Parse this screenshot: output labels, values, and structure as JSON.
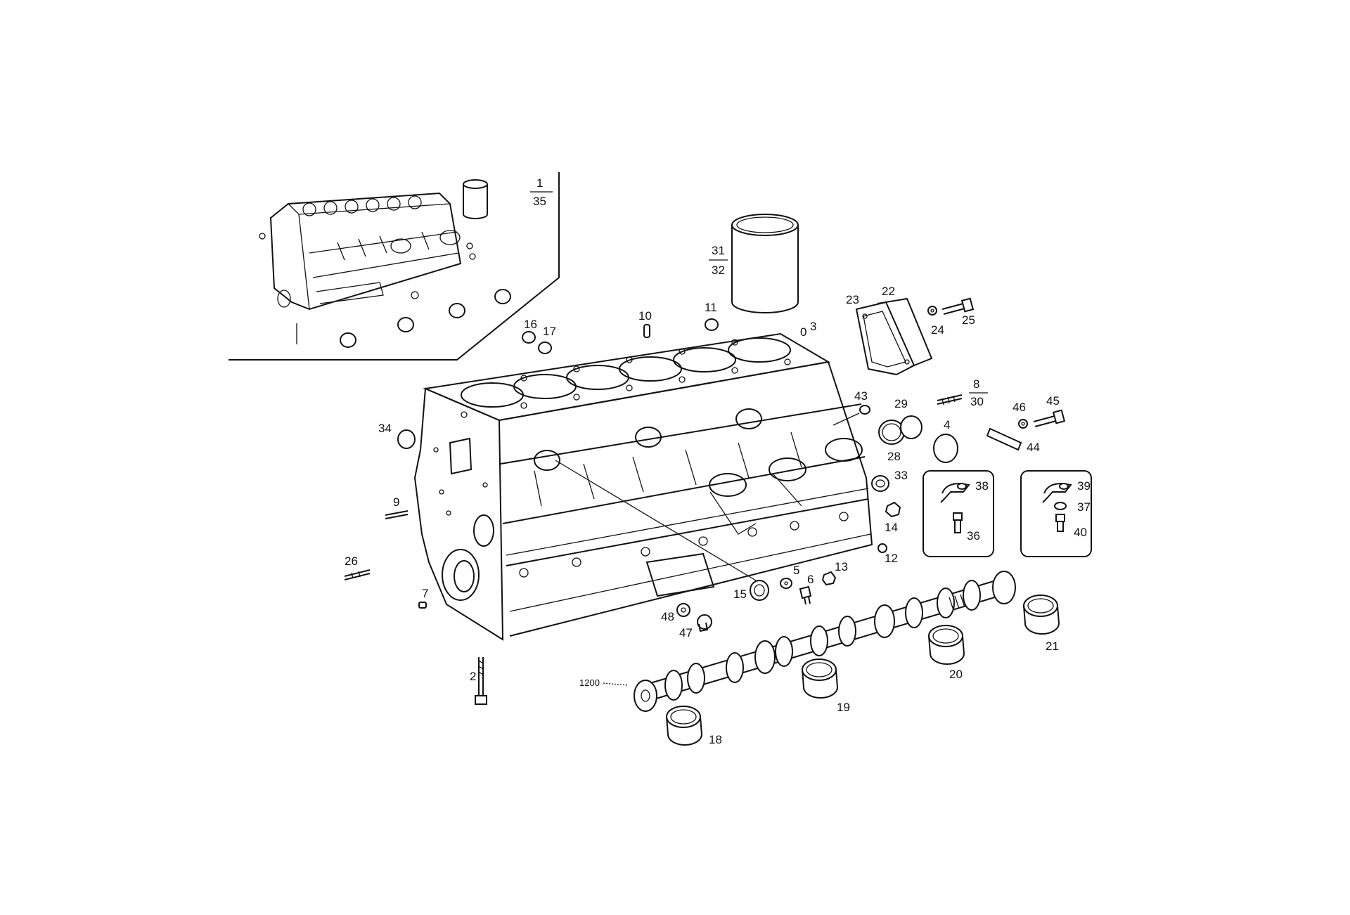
{
  "diagram": {
    "labels": {
      "l1": "1",
      "l35": "35",
      "l31": "31",
      "l32": "32",
      "l23": "23",
      "l22": "22",
      "l24": "24",
      "l25": "25",
      "l16": "16",
      "l17": "17",
      "l10": "10",
      "l11": "11",
      "l0": "0",
      "l3": "3",
      "l43": "43",
      "l29": "29",
      "l28": "28",
      "l4": "4",
      "l8": "8",
      "l30": "30",
      "l46": "46",
      "l45": "45",
      "l44": "44",
      "l34": "34",
      "l33": "33",
      "l38": "38",
      "l36": "36",
      "l39": "39",
      "l37": "37",
      "l40": "40",
      "l9": "9",
      "l14": "14",
      "l12": "12",
      "l26": "26",
      "l5": "5",
      "l13": "13",
      "l6": "6",
      "l15": "15",
      "l7": "7",
      "l48": "48",
      "l47": "47",
      "l21": "21",
      "l20": "20",
      "l2": "2",
      "l1200": "1200",
      "l19": "19",
      "l18": "18"
    }
  }
}
